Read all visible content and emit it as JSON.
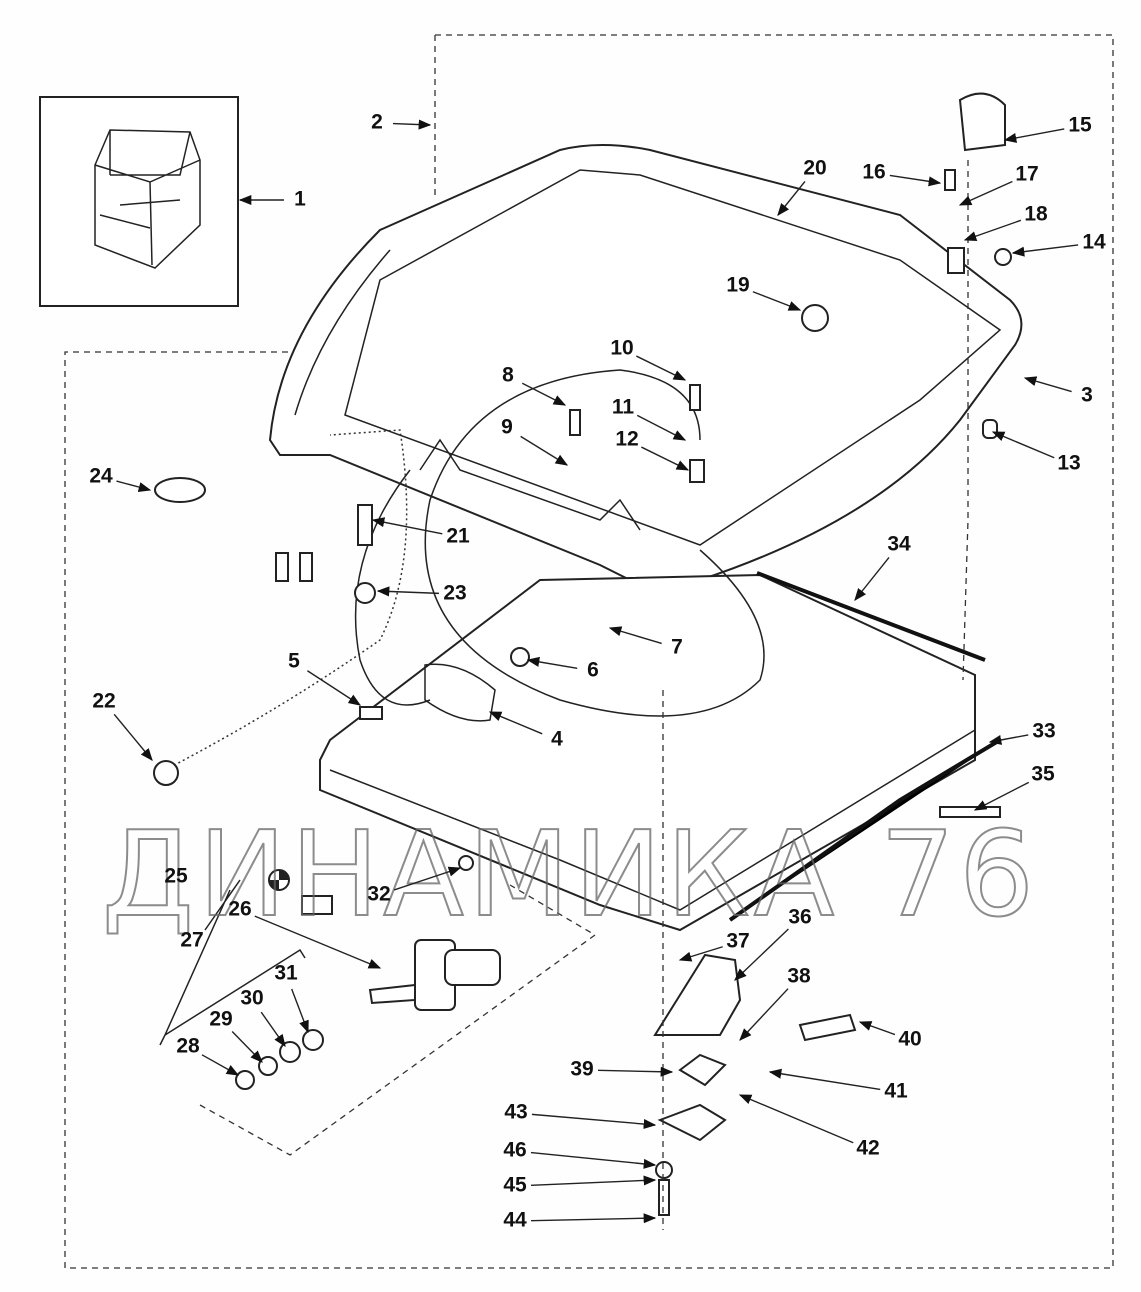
{
  "title": "Cab roof assembly exploded parts diagram",
  "watermark": "ДИНАМИКА 76",
  "labels": [
    "1",
    "2",
    "3",
    "4",
    "5",
    "6",
    "7",
    "8",
    "9",
    "10",
    "11",
    "12",
    "13",
    "14",
    "15",
    "16",
    "17",
    "18",
    "19",
    "20",
    "21",
    "22",
    "23",
    "24",
    "25",
    "26",
    "27",
    "28",
    "29",
    "30",
    "31",
    "32",
    "33",
    "34",
    "35",
    "36",
    "37",
    "38",
    "39",
    "40",
    "41",
    "42",
    "43",
    "44",
    "45",
    "46"
  ]
}
